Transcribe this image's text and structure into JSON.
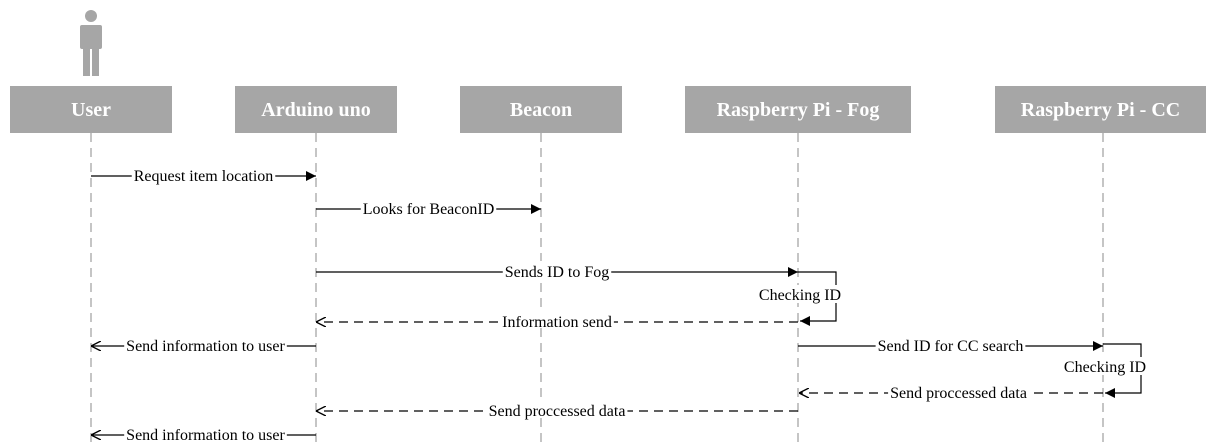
{
  "actors": [
    {
      "id": "user",
      "label": "User"
    },
    {
      "id": "arduino",
      "label": "Arduino uno"
    },
    {
      "id": "beacon",
      "label": "Beacon"
    },
    {
      "id": "fog",
      "label": "Raspberry Pi - Fog"
    },
    {
      "id": "cc",
      "label": "Raspberry Pi - CC"
    }
  ],
  "messages": [
    {
      "from": "user",
      "to": "arduino",
      "label": "Request item location",
      "style": "solid"
    },
    {
      "from": "arduino",
      "to": "beacon",
      "label": "Looks for BeaconID",
      "style": "solid"
    },
    {
      "from": "arduino",
      "to": "fog",
      "label": "Sends ID to Fog",
      "style": "solid"
    },
    {
      "actor": "fog",
      "label": "Checking ID",
      "type": "self"
    },
    {
      "from": "fog",
      "to": "arduino",
      "label": "Information send",
      "style": "dashed"
    },
    {
      "from": "arduino",
      "to": "user",
      "label": "Send information to user",
      "style": "solid"
    },
    {
      "from": "fog",
      "to": "cc",
      "label": "Send ID for CC search",
      "style": "solid"
    },
    {
      "actor": "cc",
      "label": "Checking ID",
      "type": "self"
    },
    {
      "from": "cc",
      "to": "fog",
      "label": "Send proccessed data",
      "style": "dashed"
    },
    {
      "from": "fog",
      "to": "arduino",
      "label": "Send proccessed data",
      "style": "dashed"
    },
    {
      "from": "arduino",
      "to": "user",
      "label": "Send information to user",
      "style": "solid"
    }
  ]
}
